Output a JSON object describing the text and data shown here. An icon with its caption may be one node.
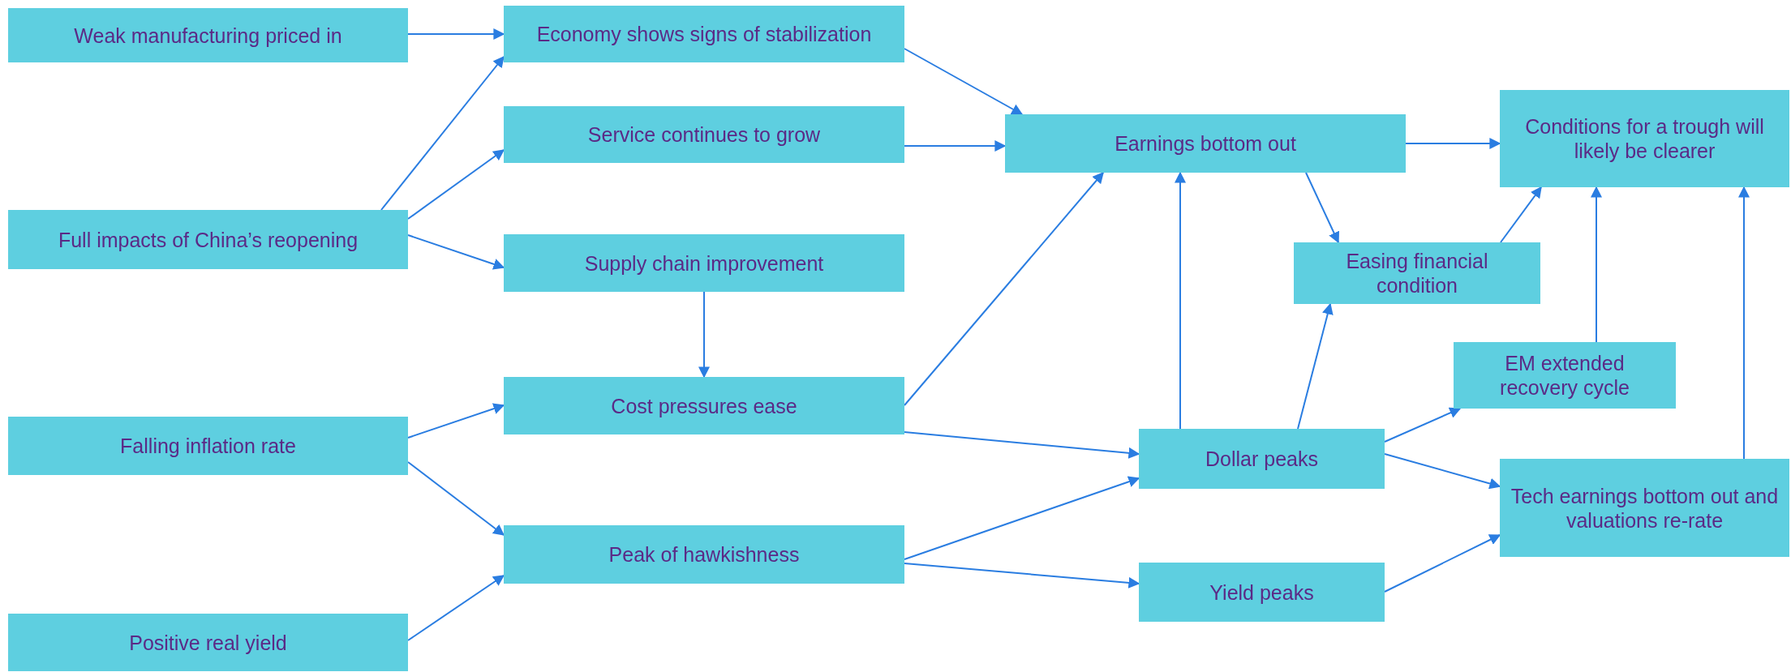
{
  "diagram": {
    "nodes": [
      {
        "text": [
          "Weak manufacturing priced in"
        ]
      },
      {
        "text": [
          "Economy shows signs of stabilization"
        ]
      },
      {
        "text": [
          "Service continues to grow"
        ]
      },
      {
        "text": [
          "Full impacts of China’s reopening"
        ]
      },
      {
        "text": [
          "Supply chain improvement"
        ]
      },
      {
        "text": [
          "Earnings bottom out"
        ]
      },
      {
        "text": [
          "Conditions for a trough will likely be clearer"
        ]
      },
      {
        "text": [
          "Easing financial condition"
        ]
      },
      {
        "text": [
          "Falling inflation rate"
        ]
      },
      {
        "text": [
          "Cost pressures ease"
        ]
      },
      {
        "text": [
          "EM extended recovery cycle"
        ]
      },
      {
        "text": [
          "Dollar peaks"
        ]
      },
      {
        "text": [
          "Tech earnings bottom out and valuations re-rate"
        ]
      },
      {
        "text": [
          "Peak of hawkishness"
        ]
      },
      {
        "text": [
          "Yield peaks"
        ]
      },
      {
        "text": [
          "Positive real yield"
        ]
      }
    ],
    "edges": [
      {
        "from": 0,
        "to": 1,
        "arrow": "to"
      },
      {
        "from": 3,
        "to": 1,
        "arrow": "to"
      },
      {
        "from": 3,
        "to": 2,
        "arrow": "to"
      },
      {
        "from": 3,
        "to": 4,
        "arrow": "to"
      },
      {
        "from": 1,
        "to": 5,
        "arrow": "to"
      },
      {
        "from": 2,
        "to": 5,
        "arrow": "to"
      },
      {
        "from": 5,
        "to": 6,
        "arrow": "to"
      },
      {
        "from": 5,
        "to": 7,
        "arrow": "to"
      },
      {
        "from": 7,
        "to": 6,
        "arrow": "to"
      },
      {
        "from": 4,
        "to": 9,
        "arrow": "to"
      },
      {
        "from": 9,
        "to": 5,
        "arrow": "to"
      },
      {
        "from": 9,
        "to": 11,
        "arrow": "to"
      },
      {
        "from": 11,
        "to": 5,
        "arrow": "to"
      },
      {
        "from": 11,
        "to": 7,
        "arrow": "to"
      },
      {
        "from": 11,
        "to": 10,
        "arrow": "to"
      },
      {
        "from": 11,
        "to": 12,
        "arrow": "to"
      },
      {
        "from": 10,
        "to": 6,
        "arrow": "to"
      },
      {
        "from": 12,
        "to": 6,
        "arrow": "to"
      },
      {
        "from": 8,
        "to": 9,
        "arrow": "to"
      },
      {
        "from": 8,
        "to": 13,
        "arrow": "to"
      },
      {
        "from": 15,
        "to": 13,
        "arrow": "to"
      },
      {
        "from": 13,
        "to": 11,
        "arrow": "to"
      },
      {
        "from": 13,
        "to": 14,
        "arrow": "to"
      },
      {
        "from": 14,
        "to": 12,
        "arrow": "to"
      }
    ]
  }
}
